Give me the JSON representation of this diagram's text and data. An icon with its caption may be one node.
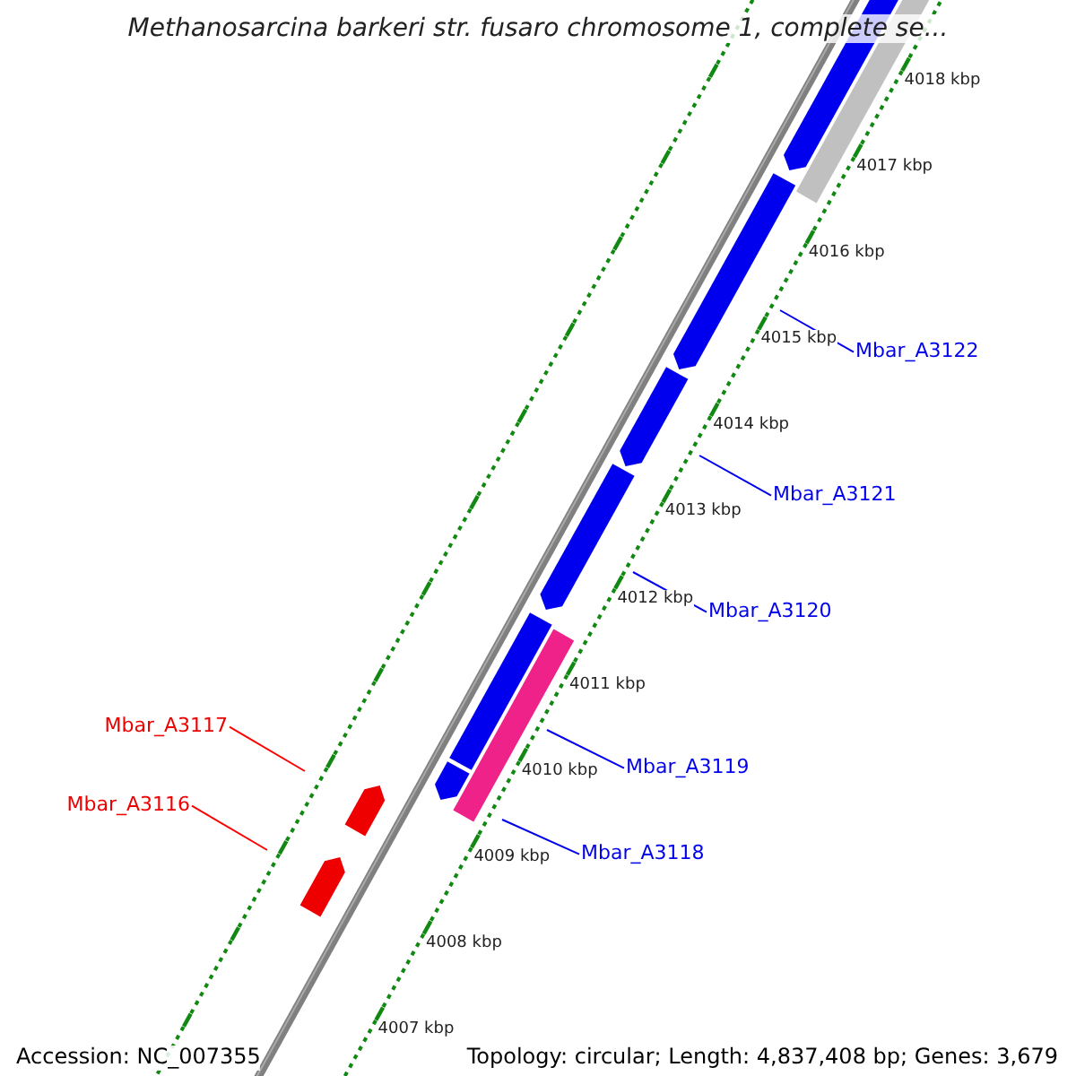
{
  "diagram": {
    "title": "Methanosarcina barkeri str. fusaro chromosome 1, complete se...",
    "nodes": [
      {
        "text": [
          "Mbar_A3122"
        ]
      },
      {
        "text": [
          "Mbar_A3121"
        ]
      },
      {
        "text": [
          "Mbar_A3120"
        ]
      },
      {
        "text": [
          "Mbar_A3117"
        ]
      },
      {
        "text": [
          "Mbar_A3119"
        ]
      },
      {
        "text": [
          "Mbar_A3116"
        ]
      },
      {
        "text": [
          "Mbar_A3118"
        ]
      }
    ],
    "edges": [
      {
        "from": 0,
        "to": null,
        "arrow": "none"
      },
      {
        "from": 1,
        "to": null,
        "arrow": "none"
      },
      {
        "from": 2,
        "to": null,
        "arrow": "none"
      },
      {
        "from": 3,
        "to": null,
        "arrow": "none",
        "color": "#ff0000"
      },
      {
        "from": 4,
        "to": null,
        "arrow": "none"
      },
      {
        "from": 5,
        "to": null,
        "arrow": "none",
        "color": "#ff0000"
      },
      {
        "from": 6,
        "to": null,
        "arrow": "none"
      }
    ],
    "labels": [
      "4018 kbp",
      "4017 kbp",
      "4016 kbp",
      "4015 kbp",
      "4014 kbp",
      "4013 kbp",
      "4012 kbp",
      "4011 kbp",
      "4010 kbp",
      "4009 kbp",
      "4008 kbp",
      "4007 kbp",
      "Accession: NC_007355",
      "Topology: circular; Length: 4,837,408 bp; Genes: 3,679"
    ]
  }
}
